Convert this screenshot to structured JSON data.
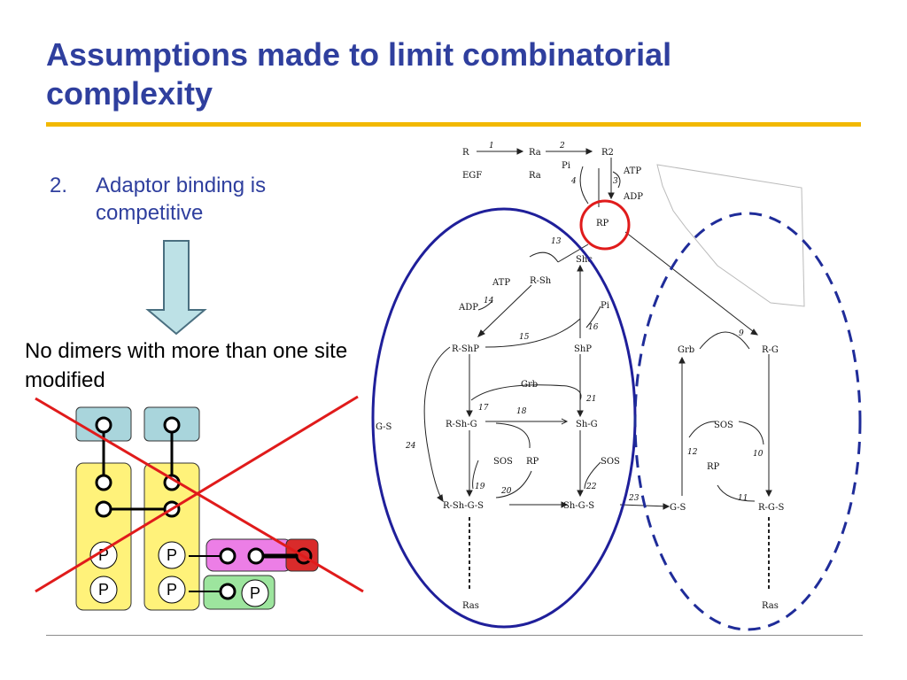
{
  "slide": {
    "title": "Assumptions made to limit combinatorial complexity",
    "bullet": {
      "number": "2.",
      "text": "Adaptor binding is competitive"
    },
    "caption": "No dimers with more than one site modified",
    "colors": {
      "title": "#2f3f9e",
      "title_rule": "#f2b800",
      "arrow_fill": "#bde1e6",
      "receptor_fill": "#fff27a",
      "ligand_fill": "#a9d5dc",
      "pink_fill": "#ec7ee6",
      "red_fill": "#d92b2b",
      "green_fill": "#9de59e",
      "cross": "#e01b1b",
      "solid_ellipse": "#1f1f9a",
      "dashed_ellipse": "#1f2c99",
      "highlight_circle": "#e01b1b"
    }
  },
  "dimer_diagram": {
    "phospho_label": "P"
  },
  "network": {
    "nodes": {
      "R": "R",
      "EGF": "EGF",
      "Ra": "Ra",
      "Ra2": "Ra",
      "R2": "R2",
      "Pi_top": "Pi",
      "ATP_top": "ATP",
      "ADP_top": "ADP",
      "RP": "RP",
      "Shc": "Shc",
      "R_Sh": "R-Sh",
      "ATP_mid": "ATP",
      "ADP_mid": "ADP",
      "Pi_mid": "Pi",
      "R_ShP": "R-ShP",
      "ShP": "ShP",
      "Grb_mid": "Grb",
      "Grb_right": "Grb",
      "R_G": "R-G",
      "G_S": "G-S",
      "R_Sh_G": "R-Sh-G",
      "Sh_G": "Sh-G",
      "SOS_left": "SOS",
      "RP_left": "RP",
      "SOS_mid": "SOS",
      "SOS_right": "SOS",
      "RP_right": "RP",
      "R_Sh_G_S": "R-Sh-G-S",
      "Sh_G_S": "Sh-G-S",
      "G_S_right": "G-S",
      "R_G_S": "R-G-S",
      "Ras_left": "Ras",
      "Ras_right": "Ras"
    },
    "reaction_numbers": [
      "1",
      "2",
      "3",
      "4",
      "9",
      "10",
      "11",
      "12",
      "13",
      "14",
      "15",
      "16",
      "17",
      "18",
      "19",
      "20",
      "21",
      "22",
      "23",
      "24"
    ]
  }
}
